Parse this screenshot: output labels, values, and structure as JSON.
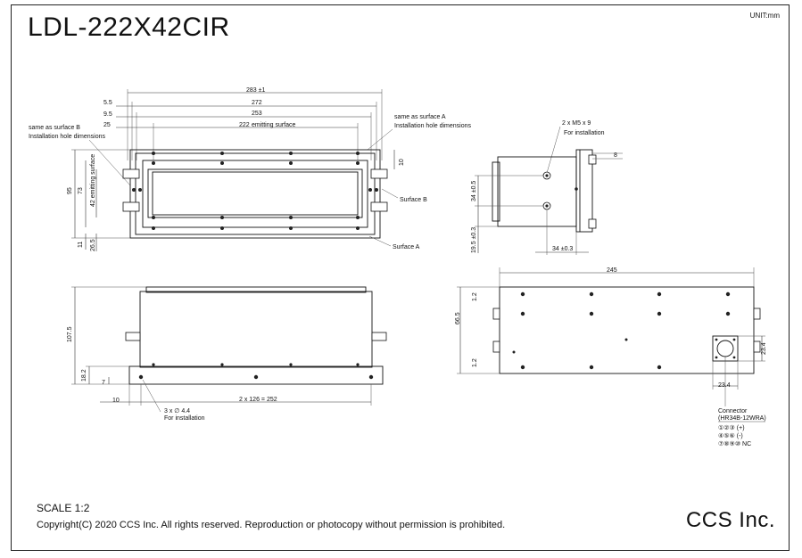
{
  "title": "LDL-222X42CIR",
  "unit": "UNIT:mm",
  "scale": "SCALE 1:2",
  "copyright": "Copyright(C) 2020 CCS Inc. All rights reserved. Reproduction or photocopy without permission is prohibited.",
  "company": "CCS Inc.",
  "front": {
    "dim_overall": "283 ±1",
    "dim_272": "272",
    "dim_253": "253",
    "dim_222": "222",
    "emitting_surface": "emitting surface",
    "dim_5_5": "5.5",
    "dim_9_5": "9.5",
    "dim_25": "25",
    "note_b_line1": "same as surface B",
    "note_b_line2": "Installation hole dimensions",
    "note_a_line1": "same as surface A",
    "note_a_line2": "Installation hole dimensions",
    "dim_10": "10",
    "surface_b": "Surface B",
    "surface_a": "Surface A",
    "dim_95": "95",
    "dim_73": "73",
    "dim_42_emit": "42 emitting surface",
    "dim_11": "11",
    "dim_26_5": "26.5"
  },
  "side": {
    "holes_line1": "2 x M5 x 9",
    "holes_line2": "For installation",
    "dim_8": "8",
    "dim_34_v": "34 ±0.5",
    "dim_19_5": "19.5 ±0.3",
    "dim_34_h": "34 ±0.3"
  },
  "bottom": {
    "dim_107_5": "107.5",
    "dim_18_2": "18.2",
    "dim_7": "7",
    "dim_10": "10",
    "dim_2x126": "2 x 126 = 252",
    "holes_line1": "3 x ∅ 4.4",
    "holes_line2": "For installation"
  },
  "rear": {
    "dim_245": "245",
    "dim_1_2_top": "1.2",
    "dim_66_5": "66.5",
    "dim_1_2_bot": "1.2",
    "dim_23_4_v": "23.4",
    "dim_23_4_h": "23.4",
    "connector_line1": "Connector",
    "connector_line2": "(HR34B-12WRA)",
    "pin1": "①②③  (+)",
    "pin2": "④⑤⑥  (-)",
    "pin3": "⑦⑧⑨⑩  NC"
  }
}
